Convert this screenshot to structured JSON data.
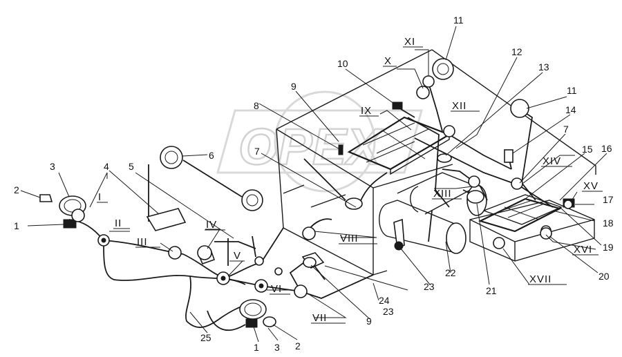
{
  "diagram": {
    "watermark": "OPEX",
    "numbers": [
      "1",
      "2",
      "3",
      "4",
      "5",
      "6",
      "7",
      "8",
      "9",
      "10",
      "11",
      "12",
      "13",
      "14",
      "15",
      "16",
      "17",
      "18",
      "19",
      "20",
      "21",
      "22",
      "23",
      "24",
      "25"
    ],
    "romans": [
      "I",
      "II",
      "III",
      "IV",
      "V",
      "VI",
      "VII",
      "VIII",
      "IX",
      "X",
      "XI",
      "XII",
      "XIII",
      "XIV",
      "XV",
      "XVI",
      "XVII"
    ]
  }
}
